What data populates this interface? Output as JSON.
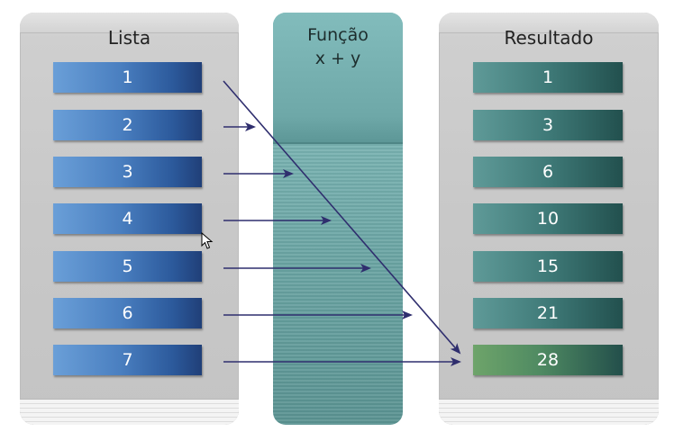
{
  "left_panel": {
    "title": "Lista",
    "items": [
      "1",
      "2",
      "3",
      "4",
      "5",
      "6",
      "7"
    ]
  },
  "function_panel": {
    "name": "Função",
    "expression": "x + y"
  },
  "right_panel": {
    "title": "Resultado",
    "items": [
      "1",
      "3",
      "6",
      "10",
      "15",
      "21",
      "28"
    ]
  },
  "colors": {
    "list_box": "#3a6db0",
    "result_box": "#2f6866",
    "highlight_box": "#5f9a62",
    "arrow": "#2f2e6e",
    "function_column": "#6aa4a3"
  }
}
